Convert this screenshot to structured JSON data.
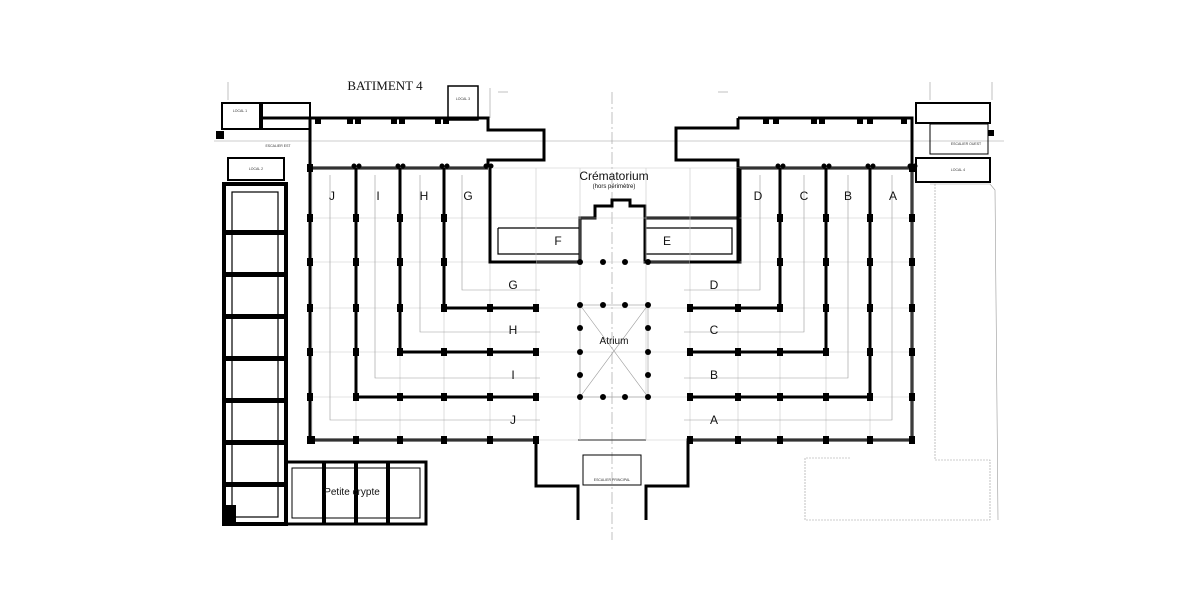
{
  "title": "BATIMENT 4",
  "rooms": {
    "crematorium": "Crématorium",
    "crematorium_sub": "(hors périmètre)",
    "atrium": "Atrium",
    "petite_crypte": "Petite crypte"
  },
  "wing_letters_top_left": [
    "J",
    "I",
    "H",
    "G"
  ],
  "wing_letters_top_right": [
    "D",
    "C",
    "B",
    "A"
  ],
  "center_left_letters": [
    "F",
    "G",
    "H",
    "I",
    "J"
  ],
  "center_right_letters": [
    "E",
    "D",
    "C",
    "B",
    "A"
  ],
  "small_labels": {
    "escalier_est": "ESCALIER EST",
    "escalier_ouest": "ESCALIER OUEST",
    "escalier_principal": "ESCALIER PRINCIPAL",
    "local_left_top": "LOCAL 1",
    "local_left_bottom": "LOCAL 2",
    "local_top_center": "LOCAL 3",
    "local_right": "LOCAL 4"
  }
}
